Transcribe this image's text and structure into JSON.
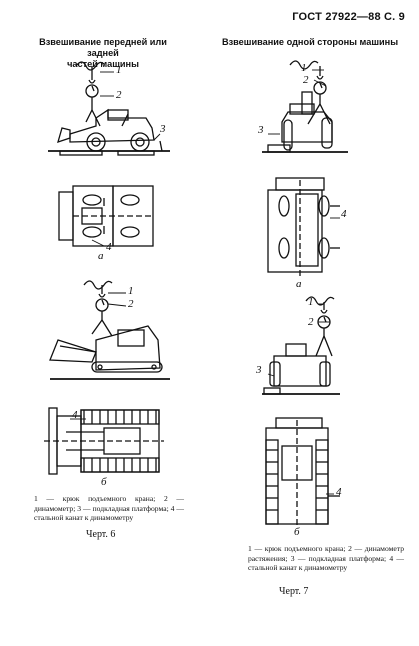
{
  "header": "ГОСТ 27922—88 С. 9",
  "left": {
    "title_line1": "Взвешивание передней или задней",
    "title_line2": "частей машины",
    "sublabel_a": "а",
    "sublabel_b": "б",
    "caption": "1 — крюк подъемного крана; 2 — динамометр; 3 — подкладная платформа; 4 — стальной канат к динамометру",
    "chert": "Черт. 6",
    "callouts": [
      "1",
      "2",
      "3",
      "4",
      "1",
      "2",
      "4"
    ]
  },
  "right": {
    "title": "Взвешивание одной стороны машины",
    "sublabel_a": "а",
    "sublabel_b": "б",
    "caption": "1 — крюк подъемного крана; 2 — динамометр растяжения; 3 — подкладная платформа; 4 — стальной канат к динамометру",
    "chert": "Черт. 7",
    "callouts": [
      "1",
      "2",
      "3",
      "4",
      "1",
      "2",
      "3",
      "4"
    ]
  }
}
